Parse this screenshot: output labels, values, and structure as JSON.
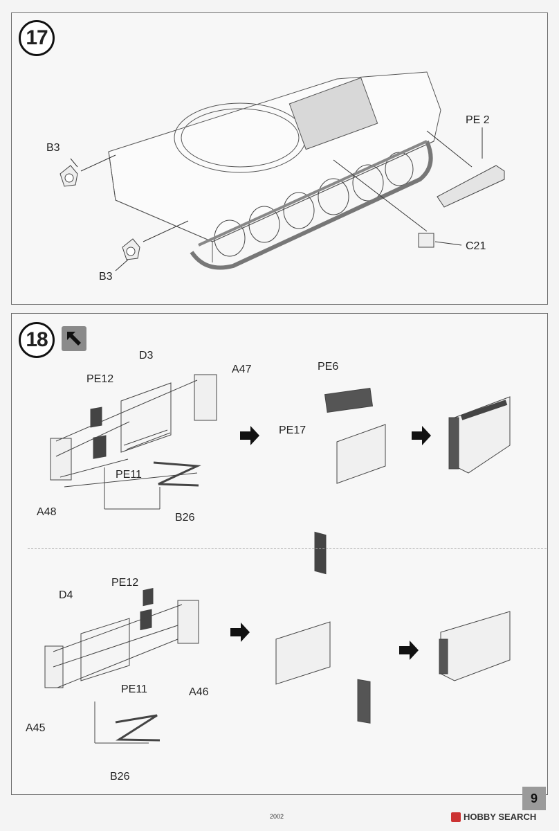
{
  "steps": {
    "s17": {
      "number": "17"
    },
    "s18": {
      "number": "18"
    }
  },
  "labels17": {
    "b3_top": "B3",
    "b3_bottom": "B3",
    "pe2": "PE 2",
    "c21": "C21"
  },
  "labels18a": {
    "d3": "D3",
    "pe12": "PE12",
    "a47": "A47",
    "pe11": "PE11",
    "a48": "A48",
    "b26": "B26",
    "pe6": "PE6",
    "pe17": "PE17"
  },
  "labels18b": {
    "pe12": "PE12",
    "d4": "D4",
    "pe11": "PE11",
    "a46": "A46",
    "a45": "A45",
    "b26": "B26"
  },
  "footer": {
    "page_number": "9",
    "print_code": "2002",
    "watermark": "HOBBY SEARCH"
  },
  "icons": {
    "direction_icon": "arrow-direction-icon"
  }
}
